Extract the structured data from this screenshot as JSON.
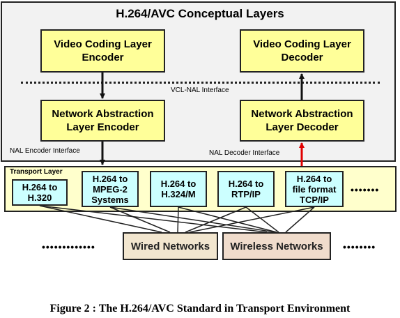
{
  "title": "H.264/AVC Conceptual Layers",
  "vcl_encoder": "Video Coding Layer\nEncoder",
  "vcl_decoder": "Video Coding Layer\nDecoder",
  "vcl_nal_interface": "VCL-NAL Interface",
  "nal_encoder": "Network Abstraction\nLayer Encoder",
  "nal_decoder": "Network Abstraction\nLayer Decoder",
  "nal_encoder_interface": "NAL Encoder Interface",
  "nal_decoder_interface": "NAL Decoder Interface",
  "transport_layer": "Transport Layer",
  "protocols": [
    "H.264 to\nH.320",
    "H.264 to\nMPEG-2\nSystems",
    "H.264 to\nH.324/M",
    "H.264 to\nRTP/IP",
    "H.264 to\nfile format\nTCP/IP"
  ],
  "transport_ellipsis": "•••••••",
  "networks": {
    "wired": "Wired Networks",
    "wireless": "Wireless Networks",
    "left_ellipsis": "•••••••••••••",
    "right_ellipsis": "••••••••"
  },
  "colors": {
    "component": "#ffff99",
    "protocol": "#ccffff",
    "transport": "#ffffcc",
    "wired": "#f2e6cf",
    "wireless": "#f0dccc",
    "decoder_interface_arrow": "#e00000"
  },
  "caption": "Figure 2 : The H.264/AVC Standard in Transport Environment"
}
